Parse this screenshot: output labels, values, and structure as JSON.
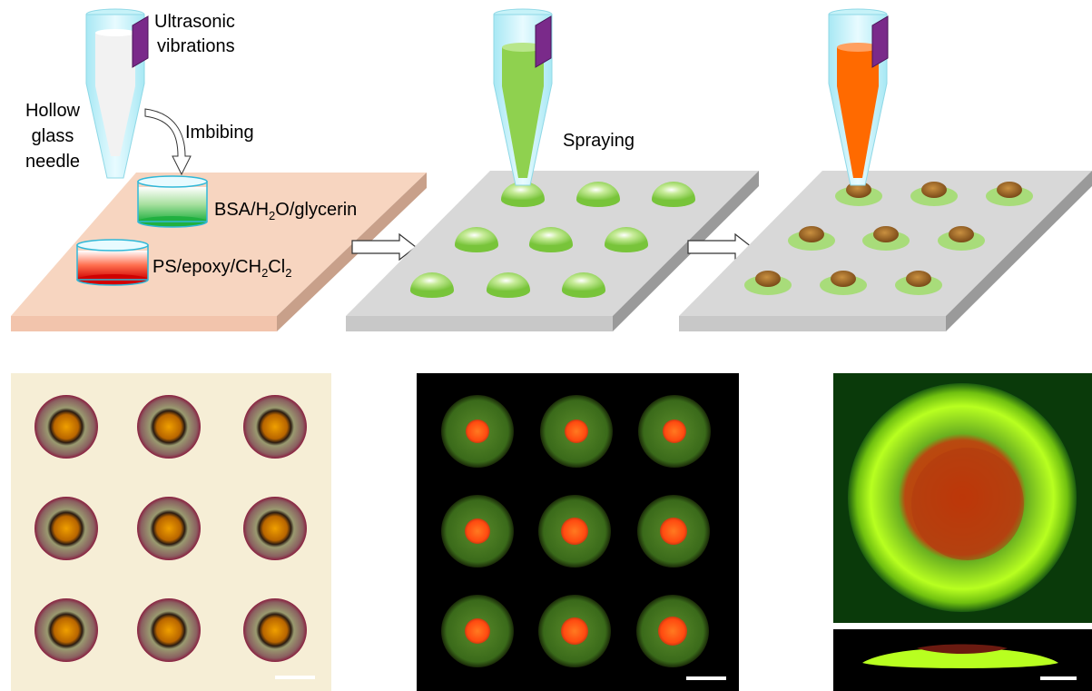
{
  "labels": {
    "ultrasonic_line1": "Ultrasonic",
    "ultrasonic_line2": "vibrations",
    "hollow_line1": "Hollow",
    "hollow_line2": "glass",
    "hollow_line3": "needle",
    "imbibing": "Imbibing",
    "spraying": "Spraying",
    "bsa_a": "BSA/H",
    "bsa_sub": "2",
    "bsa_b": "O/glycerin",
    "ps_a": "PS/epoxy/CH",
    "ps_sub1": "2",
    "ps_b": "Cl",
    "ps_sub2": "2"
  },
  "colors": {
    "substrate_pink": "#f7d5c0",
    "substrate_gray": "#d8d8d8",
    "droplet_green": "#8fd14f",
    "core_orange": "#ff6a00",
    "needle_cyan": "#c6f2f8",
    "transducer_purple": "#7a2a8a"
  }
}
